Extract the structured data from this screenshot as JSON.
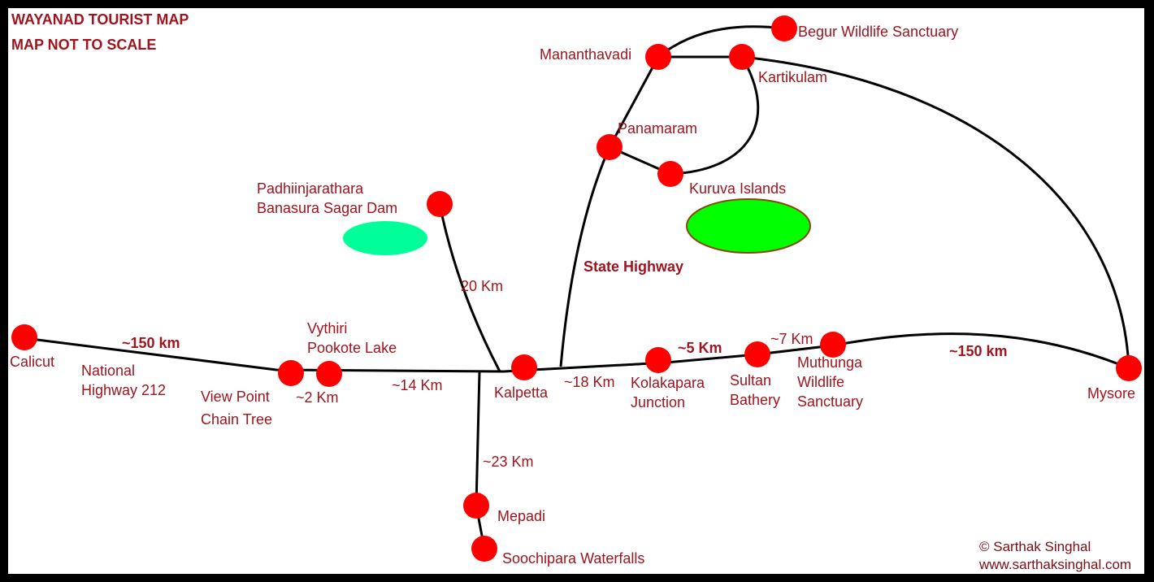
{
  "header": {
    "title": "WAYANAD TOURIST MAP",
    "subtitle": "MAP NOT TO SCALE"
  },
  "credit": {
    "author": "© Sarthak Singhal",
    "website": "www.sarthaksinghal.com"
  },
  "places": {
    "calicut": "Calicut",
    "view_point_1": "View Point",
    "view_point_2": "Chain Tree",
    "vythiri_1": "Vythiri",
    "vythiri_2": "Pookote Lake",
    "kalpetta": "Kalpetta",
    "padhiinjarathara_1": "Padhiinjarathara",
    "padhiinjarathara_2": "Banasura Sagar Dam",
    "mepadi": "Mepadi",
    "soochipara": "Soochipara Waterfalls",
    "kolakapara_1": "Kolakapara",
    "kolakapara_2": "Junction",
    "sultan_1": "Sultan",
    "sultan_2": "Bathery",
    "muthunga_1": "Muthunga",
    "muthunga_2": "Wildlife",
    "muthunga_3": "Sanctuary",
    "mysore": "Mysore",
    "mananthavadi": "Mananthavadi",
    "begur": "Begur Wildlife Sanctuary",
    "kartikulam": "Kartikulam",
    "panamaram": "Panamaram",
    "kuruva": "Kuruva Islands"
  },
  "road_labels": {
    "national_highway_1": "National",
    "national_highway_2": "Highway 212",
    "state_highway": "State Highway"
  },
  "distances": {
    "calicut_viewpoint": "~150 km",
    "viewpoint_vythiri": "~2 Km",
    "vythiri_kalpetta": "~14 Km",
    "kalpetta_banasura": "20 Km",
    "kalpetta_mepadi": "~23 Km",
    "kalpetta_kolakapara": "~18 Km",
    "kolakapara_sultan": "~5 Km",
    "sultan_muthunga": "~7 Km",
    "muthunga_mysore": "~150 km"
  },
  "colors": {
    "background": "#ffffff",
    "frame": "#000000",
    "label_text": "#a0141e",
    "node": "#ff0000",
    "road": "#000000",
    "banasura_lake": "#00ff99",
    "kuruva_islands_area": "#00ff00"
  }
}
